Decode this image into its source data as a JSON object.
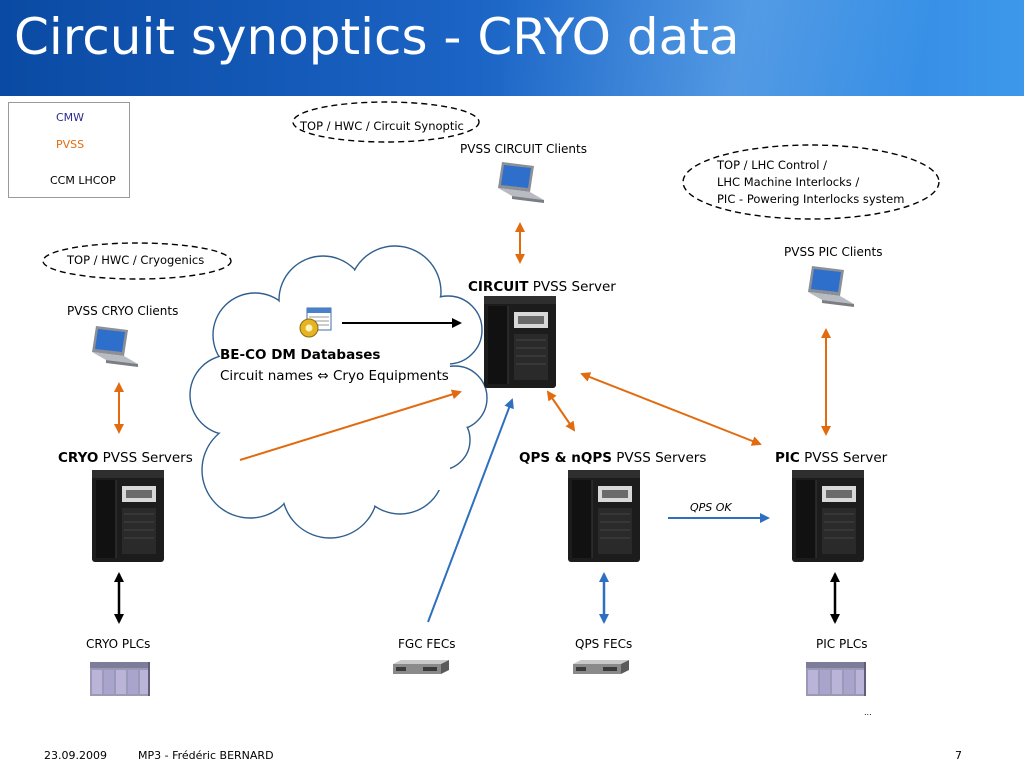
{
  "slide": {
    "title": "Circuit synoptics - CRYO data"
  },
  "legend": {
    "cmw_label": "CMW",
    "pvss_label": "PVSS",
    "ccm_label": "CCM LHCOP",
    "colors": {
      "cmw": "#2b2b8f",
      "pvss": "#e26b10",
      "black": "#000000",
      "blue": "#2e6fbf"
    }
  },
  "ovals": {
    "circuit_synoptic": "TOP / HWC / Circuit Synoptic",
    "cryogenics": "TOP / HWC / Cryogenics",
    "lhc_control_line1": "TOP / LHC Control /",
    "lhc_control_line2": "LHC Machine Interlocks /",
    "lhc_control_line3": "PIC - Powering Interlocks system"
  },
  "clients": {
    "circuit": "PVSS CIRCUIT Clients",
    "cryo": "PVSS CRYO Clients",
    "pic": "PVSS PIC Clients"
  },
  "servers": {
    "circuit_bold": "CIRCUIT",
    "circuit_rest": " PVSS Server",
    "cryo_bold": "CRYO",
    "cryo_rest": " PVSS Servers",
    "qps_bold": "QPS & nQPS",
    "qps_rest": " PVSS Servers",
    "pic_bold": "PIC",
    "pic_rest": " PVSS Server"
  },
  "cloud": {
    "title": "BE-CO DM Databases",
    "subtitle_left": "Circuit names",
    "subtitle_arrow": "⇔",
    "subtitle_right": "Cryo Equipments"
  },
  "links": {
    "qps_ok": "QPS OK"
  },
  "devices": {
    "cryo_plcs": "CRYO PLCs",
    "fgc_fecs": "FGC FECs",
    "qps_fecs": "QPS FECs",
    "pic_plcs": "PIC PLCs",
    "pic_plcs_note": "..."
  },
  "footer": {
    "date": "23.09.2009",
    "author": "MP3 - Frédéric BERNARD",
    "page": "7"
  }
}
